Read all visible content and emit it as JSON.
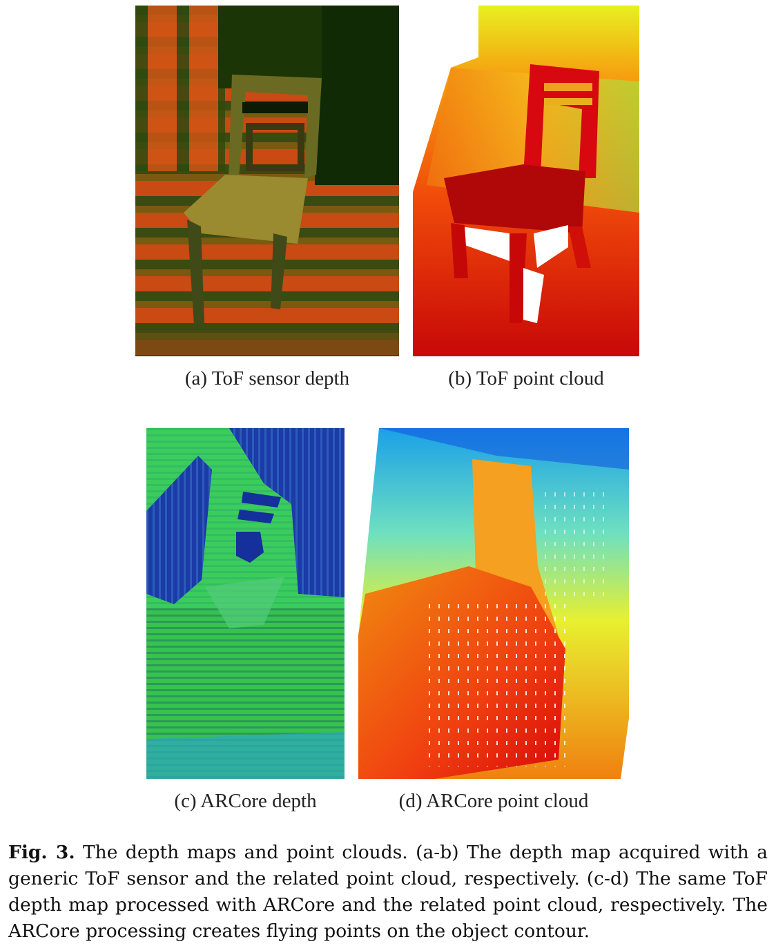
{
  "figure": {
    "subfigures": [
      {
        "id": "a",
        "caption": "(a) ToF sensor depth",
        "image_icon": "tof-depth-map-image"
      },
      {
        "id": "b",
        "caption": "(b) ToF point cloud",
        "image_icon": "tof-point-cloud-image"
      },
      {
        "id": "c",
        "caption": "(c) ARCore depth",
        "image_icon": "arcore-depth-map-image"
      },
      {
        "id": "d",
        "caption": "(d) ARCore point cloud",
        "image_icon": "arcore-point-cloud-image"
      }
    ],
    "caption_label": "Fig. 3.",
    "caption_text": "The depth maps and point clouds. (a-b) The depth map acquired with a generic ToF sensor and the related point cloud, respectively. (c-d) The same ToF depth map processed with ARCore and the related point cloud, respectively. The ARCore processing creates flying points on the object contour."
  }
}
